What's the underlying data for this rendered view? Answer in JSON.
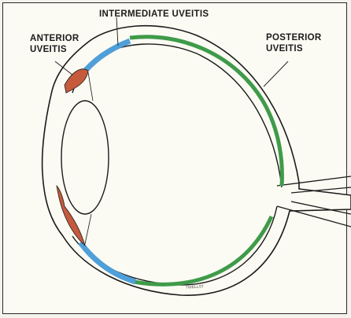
{
  "labels": {
    "anterior_line1": "ANTERIOR",
    "anterior_line2": "UVEITIS",
    "intermediate": "INTERMEDIATE UVEITIS",
    "posterior_line1": "POSTERIOR",
    "posterior_line2": "UVEITIS",
    "credit": "TWELLST"
  },
  "colors": {
    "anterior": "#c65a3c",
    "intermediate": "#4f9fd8",
    "posterior": "#3f9b4a",
    "outline": "#1b1b1b"
  }
}
